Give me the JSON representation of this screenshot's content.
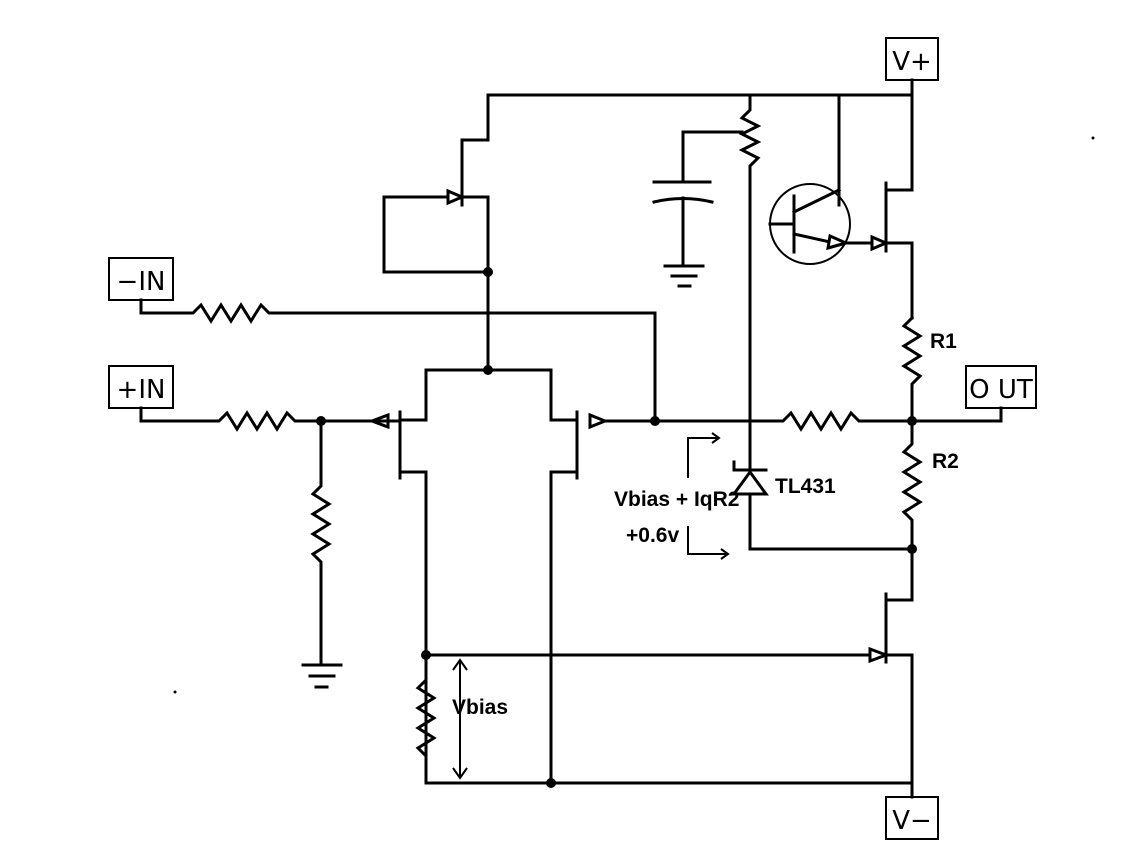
{
  "ports": {
    "v_plus": "V+",
    "v_minus": "V−",
    "in_minus": "−IN",
    "in_plus": "+IN",
    "out": "O UT"
  },
  "labels": {
    "r1": "R1",
    "r2": "R2",
    "tl431": "TL431",
    "vbias_note_line1": "Vbias + IqR2",
    "vbias_note_line2": "+0.6v",
    "vbias": "Vbias"
  }
}
